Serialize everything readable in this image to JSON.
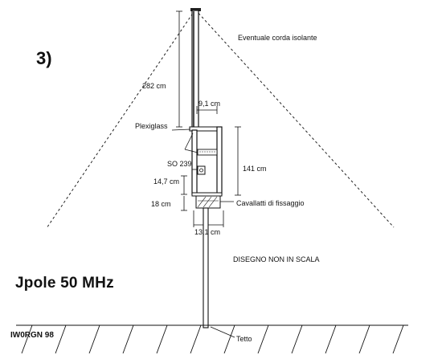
{
  "figure_number": "3)",
  "title": "Jpole 50 MHz",
  "author": "IW0RGN 98",
  "labels": {
    "guy_rope": "Eventuale corda isolante",
    "length_282": "282 cm",
    "spacing_9_1": "9,1 cm",
    "plexiglass": "Plexiglass",
    "connector": "SO 239",
    "length_141": "141 cm",
    "length_14_7": "14,7 cm",
    "length_18": "18 cm",
    "clamps": "Cavallatti di fissaggio",
    "width_13_1": "13,1 cm",
    "not_to_scale": "DISEGNO NON IN SCALA",
    "roof": "Tetto"
  }
}
